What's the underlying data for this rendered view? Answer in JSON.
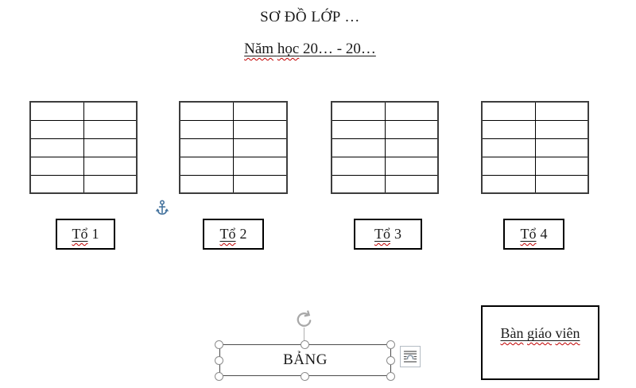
{
  "document": {
    "title": "SƠ ĐỒ LỚP …",
    "subtitle": {
      "word1": "Năm",
      "word2": "học",
      "rest": "20… - 20…"
    }
  },
  "tables": [
    {
      "name": "seating-table-1",
      "rows": 5,
      "cols": 2
    },
    {
      "name": "seating-table-2",
      "rows": 5,
      "cols": 2
    },
    {
      "name": "seating-table-3",
      "rows": 5,
      "cols": 2
    },
    {
      "name": "seating-table-4",
      "rows": 5,
      "cols": 2
    }
  ],
  "groups": [
    {
      "label_word": "Tổ",
      "number": "1"
    },
    {
      "label_word": "Tổ",
      "number": "2"
    },
    {
      "label_word": "Tổ",
      "number": "3"
    },
    {
      "label_word": "Tổ",
      "number": "4"
    }
  ],
  "board": {
    "label": "BẢNG"
  },
  "teacher_desk": {
    "word1": "Bàn",
    "word2": "giáo",
    "word3": "viên"
  },
  "icons": {
    "anchor": "object-anchor-icon",
    "rotate": "rotation-handle-icon",
    "layout_options": "layout-options-icon"
  },
  "colors": {
    "squiggle_red": "#c00000",
    "anchor_blue": "#46749e",
    "handle_gray": "#8c8c8c",
    "rotate_gray": "#a8a8a8",
    "table_border": "#3d3d3d"
  }
}
